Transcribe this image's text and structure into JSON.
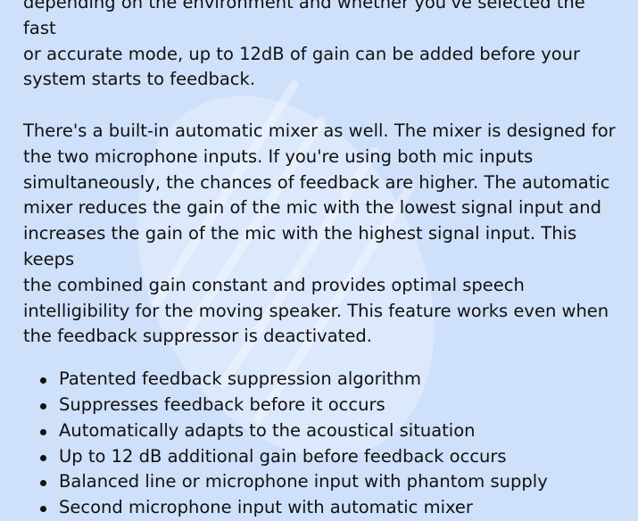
{
  "text": {
    "para1_lines": [
      "depending on the environment and whether you've selected the fast",
      "or accurate mode, up to 12dB of gain can be added before your",
      "system starts to feedback."
    ],
    "para2_lines": [
      "There's a built-in automatic mixer as well. The mixer is designed for",
      "the two microphone inputs. If you're using both mic inputs",
      "simultaneously, the chances of feedback are higher. The automatic",
      "mixer reduces the gain of the mic with the lowest signal input and",
      "increases the gain of the mic with the highest signal input. This keeps",
      "the combined gain constant and provides optimal speech",
      "intelligibility for the moving speaker. This feature works even when",
      "the feedback suppressor is deactivated."
    ]
  },
  "features": [
    "Patented feedback suppression algorithm",
    "Suppresses feedback before it occurs",
    "Automatically adapts to the acoustical situation",
    "Up to 12 dB additional gain before feedback occurs",
    "Balanced line or microphone input with phantom supply",
    "Second microphone input with automatic mixer"
  ],
  "colors": {
    "background": "#cfe0fb",
    "text": "#111111",
    "watermark": "#ffffff"
  }
}
